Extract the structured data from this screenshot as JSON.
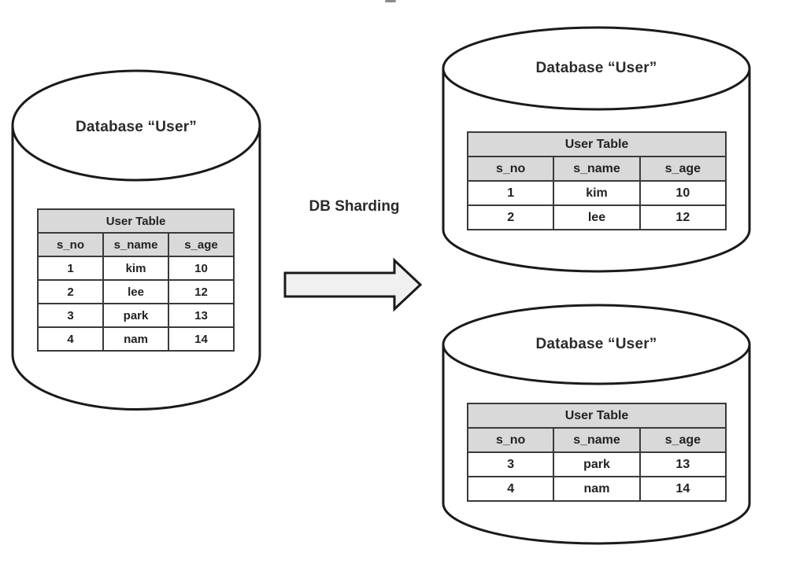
{
  "diagram": {
    "arrow_label": "DB Sharding",
    "source_db": {
      "label": "Database “User”",
      "table": {
        "title": "User Table",
        "columns": [
          "s_no",
          "s_name",
          "s_age"
        ],
        "rows": [
          [
            "1",
            "kim",
            "10"
          ],
          [
            "2",
            "lee",
            "12"
          ],
          [
            "3",
            "park",
            "13"
          ],
          [
            "4",
            "nam",
            "14"
          ]
        ]
      }
    },
    "shards": [
      {
        "label": "Database “User”",
        "table": {
          "title": "User Table",
          "columns": [
            "s_no",
            "s_name",
            "s_age"
          ],
          "rows": [
            [
              "1",
              "kim",
              "10"
            ],
            [
              "2",
              "lee",
              "12"
            ]
          ]
        }
      },
      {
        "label": "Database “User”",
        "table": {
          "title": "User Table",
          "columns": [
            "s_no",
            "s_name",
            "s_age"
          ],
          "rows": [
            [
              "3",
              "park",
              "13"
            ],
            [
              "4",
              "nam",
              "14"
            ]
          ]
        }
      }
    ]
  },
  "colors": {
    "background": "#ffffff",
    "cylinder_stroke": "#1a1a1a",
    "cylinder_fill": "#ffffff",
    "table_border": "#3a3a3a",
    "table_header_bg": "#d9d9d9",
    "arrow_fill": "#f0f0f0",
    "arrow_stroke": "#1a1a1a",
    "text": "#2b2b2b"
  }
}
